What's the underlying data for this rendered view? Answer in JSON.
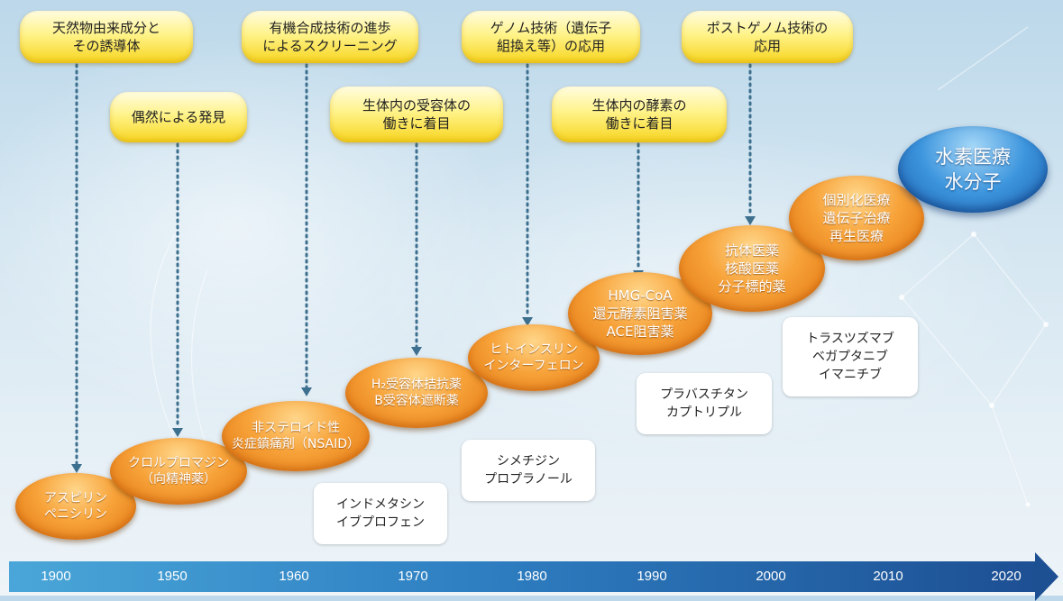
{
  "concepts": [
    {
      "text": "天然物由来成分と\nその誘導体"
    },
    {
      "text": "偶然による発見"
    },
    {
      "text": "有機合成技術の進歩\nによるスクリーニング"
    },
    {
      "text": "生体内の受容体の\n働きに着目"
    },
    {
      "text": "ゲノム技術（遺伝子\n組換え等）の応用"
    },
    {
      "text": "生体内の酵素の\n働きに着目"
    },
    {
      "text": "ポストゲノム技術の\n応用"
    }
  ],
  "eras": [
    {
      "text": "アスピリン\nペニシリン"
    },
    {
      "text": "クロルプロマジン\n（向精神薬）"
    },
    {
      "text": "非ステロイド性\n炎症鎮痛剤（NSAID）"
    },
    {
      "text": "H₂受容体拮抗薬\nB受容体遮断薬"
    },
    {
      "text": "ヒトインスリン\nインターフェロン"
    },
    {
      "text": "HMG-CoA\n還元酵素阻害薬\nACE阻害薬"
    },
    {
      "text": "抗体医薬\n核酸医薬\n分子標的薬"
    },
    {
      "text": "個別化医療\n遺伝子治療\n再生医療"
    }
  ],
  "highlight": {
    "text": "水素医療\n水分子"
  },
  "examples": [
    {
      "text": "インドメタシン\nイブプロフェン"
    },
    {
      "text": "シメチジン\nプロプラノール"
    },
    {
      "text": "プラバスチタン\nカプトリプル"
    },
    {
      "text": "トラスツズマブ\nベガプタニブ\nイマニチブ"
    }
  ],
  "timeline": {
    "years": [
      "1900",
      "1950",
      "1960",
      "1970",
      "1980",
      "1990",
      "2000",
      "2010",
      "2020"
    ]
  },
  "colors": {
    "concept_fill": "#f7d51f",
    "era_fill": "#f08a1c",
    "highlight_fill": "#2a7fd0",
    "timeline_fill": "#2e7fc2",
    "connector": "#3d6f8e"
  }
}
